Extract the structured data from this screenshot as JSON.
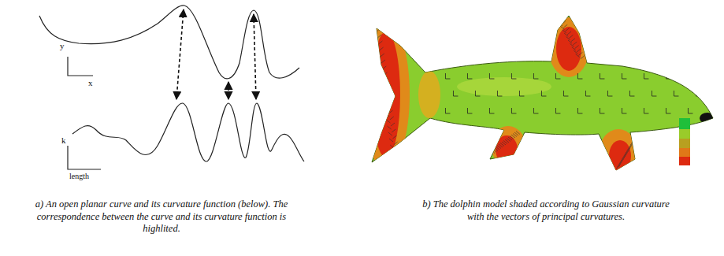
{
  "diagram": {
    "labels": [
      "y",
      "x",
      "k",
      "length",
      "a) An open planar curve and its curvature function (below). The correspondence between the curve and its curvature function is highlited.",
      "b) The dolphin model shaded according to Gaussian curvature with the vectors of principal curvatures."
    ]
  }
}
